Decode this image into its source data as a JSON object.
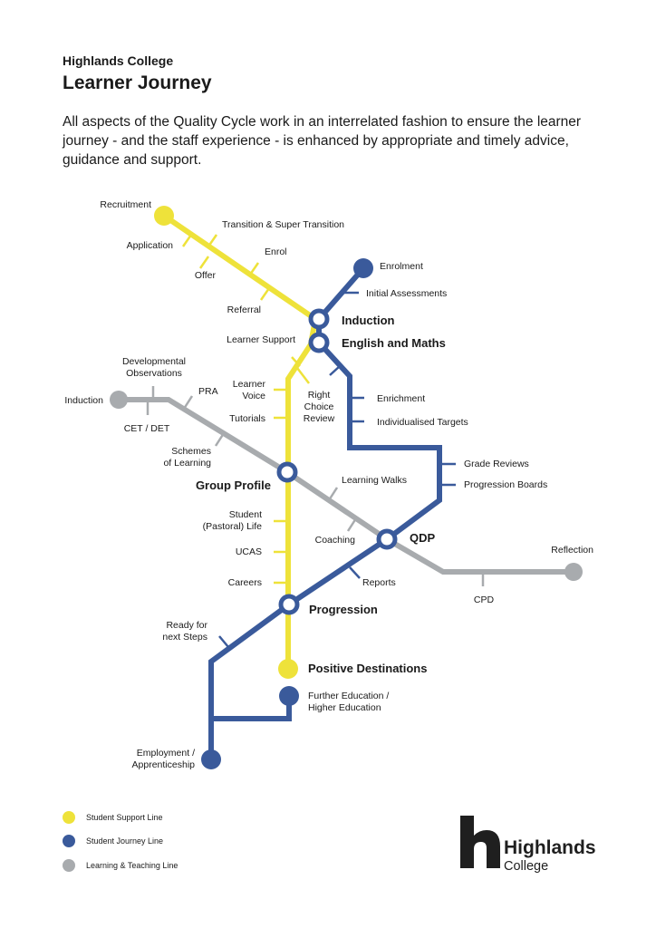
{
  "header": {
    "org": "Highlands College",
    "title": "Learner Journey",
    "intro_lines": [
      "All aspects of the Quality Cycle work in an interrelated fashion to ensure the learner",
      "journey - and the staff experience - is enhanced by appropriate and timely advice,",
      "guidance and support."
    ]
  },
  "colors": {
    "yellow": "#EEE23A",
    "blue": "#3A5A9B",
    "gray": "#A8ABAE"
  },
  "yellow_line": {
    "recruitment": "Recruitment",
    "transition": "Transition & Super Transition",
    "application": "Application",
    "enrol": "Enrol",
    "offer": "Offer",
    "referral": "Referral",
    "learner_support": "Learner Support",
    "learner_voice": [
      "Learner",
      "Voice"
    ],
    "tutorials": "Tutorials",
    "right_choice": [
      "Right",
      "Choice",
      "Review"
    ],
    "student_life": [
      "Student",
      "(Pastoral) Life"
    ],
    "ucas": "UCAS",
    "careers": "Careers",
    "positive_destinations": "Positive Destinations"
  },
  "blue_line": {
    "enrolment": "Enrolment",
    "initial_assessments": "Initial Assessments",
    "enrichment": "Enrichment",
    "individualised_targets": "Individualised Targets",
    "grade_reviews": "Grade Reviews",
    "progression_boards": "Progression Boards",
    "reports": "Reports",
    "ready": [
      "Ready for",
      "next Steps"
    ],
    "further_education": [
      "Further Education /",
      "Higher Education"
    ],
    "employment": [
      "Employment /",
      "Apprenticeship"
    ]
  },
  "gray_line": {
    "induction": "Induction",
    "dev_obs": [
      "Developmental",
      "Observations"
    ],
    "pra": "PRA",
    "cet_det": "CET / DET",
    "schemes": [
      "Schemes",
      "of Learning"
    ],
    "learning_walks": "Learning Walks",
    "coaching": "Coaching",
    "reflection": "Reflection",
    "cpd": "CPD"
  },
  "stations": {
    "induction": "Induction",
    "english_maths": "English and Maths",
    "group_profile": "Group Profile",
    "qdp": "QDP",
    "progression": "Progression"
  },
  "legend": [
    "Student Support Line",
    "Student Journey Line",
    "Learning & Teaching Line"
  ],
  "logo": {
    "line1": "Highlands",
    "line2": "College"
  }
}
